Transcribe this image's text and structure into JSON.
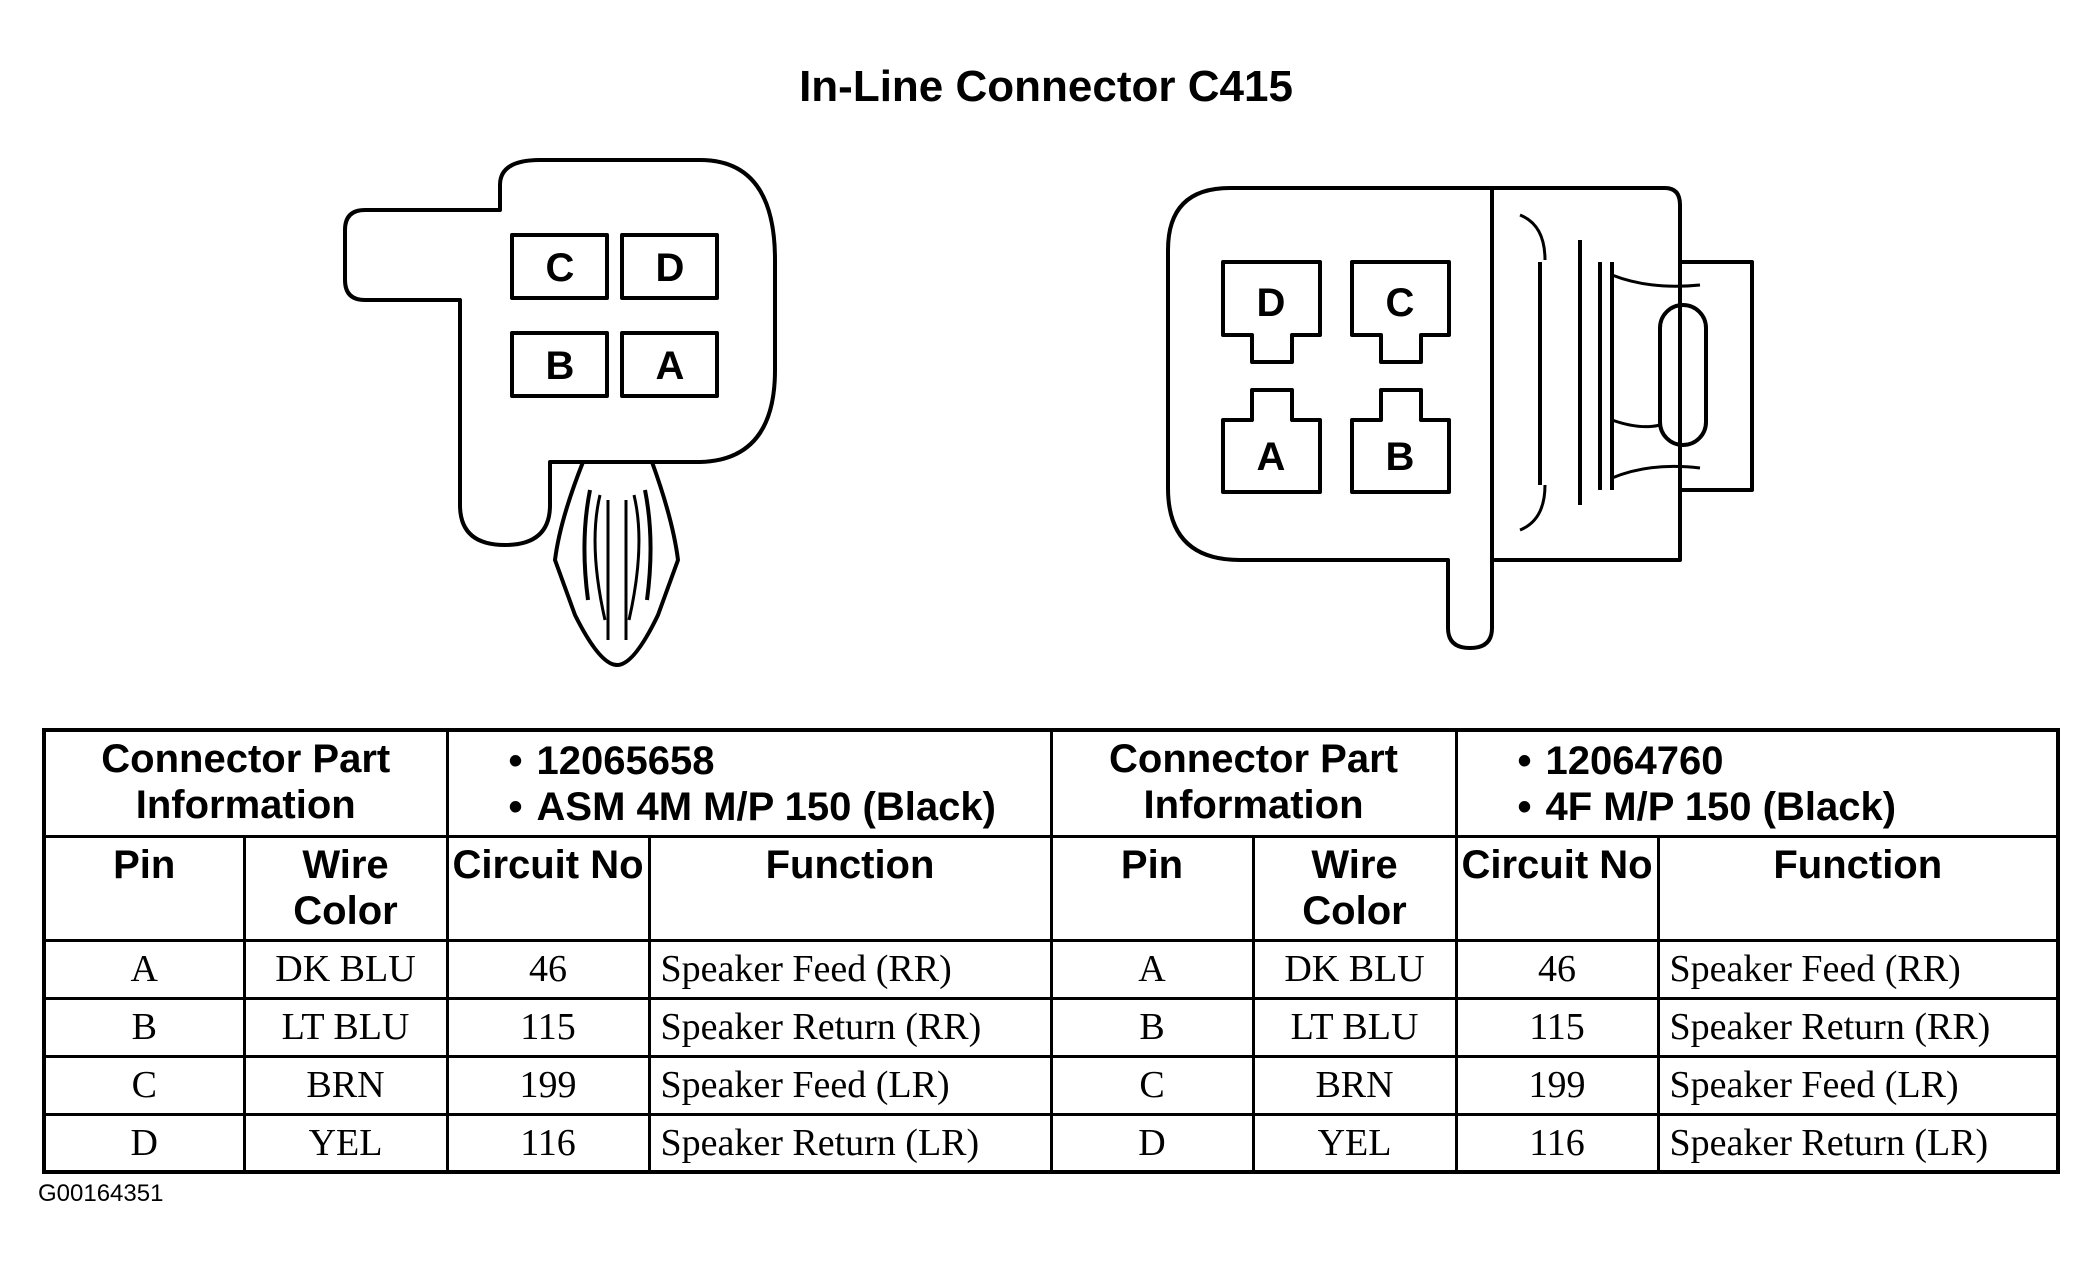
{
  "title": "In-Line Connector C415",
  "figure_id": "G00164351",
  "left_connector": {
    "pins": [
      "C",
      "D",
      "B",
      "A"
    ]
  },
  "right_connector": {
    "pins": [
      "D",
      "C",
      "A",
      "B"
    ]
  },
  "tables": [
    {
      "header_label": "Connector Part Information",
      "part_info": [
        "12065658",
        "ASM 4M M/P 150 (Black)"
      ],
      "columns": [
        "Pin",
        "Wire Color",
        "Circuit No",
        "Function"
      ],
      "rows": [
        {
          "pin": "A",
          "wire": "DK BLU",
          "circuit": "46",
          "function": "Speaker Feed (RR)"
        },
        {
          "pin": "B",
          "wire": "LT BLU",
          "circuit": "115",
          "function": "Speaker Return (RR)"
        },
        {
          "pin": "C",
          "wire": "BRN",
          "circuit": "199",
          "function": "Speaker Feed (LR)"
        },
        {
          "pin": "D",
          "wire": "YEL",
          "circuit": "116",
          "function": "Speaker Return (LR)"
        }
      ]
    },
    {
      "header_label": "Connector Part Information",
      "part_info": [
        "12064760",
        "4F M/P 150 (Black)"
      ],
      "columns": [
        "Pin",
        "Wire Color",
        "Circuit No",
        "Function"
      ],
      "rows": [
        {
          "pin": "A",
          "wire": "DK BLU",
          "circuit": "46",
          "function": "Speaker Feed (RR)"
        },
        {
          "pin": "B",
          "wire": "LT BLU",
          "circuit": "115",
          "function": "Speaker Return (RR)"
        },
        {
          "pin": "C",
          "wire": "BRN",
          "circuit": "199",
          "function": "Speaker Feed (LR)"
        },
        {
          "pin": "D",
          "wire": "YEL",
          "circuit": "116",
          "function": "Speaker Return (LR)"
        }
      ]
    }
  ]
}
